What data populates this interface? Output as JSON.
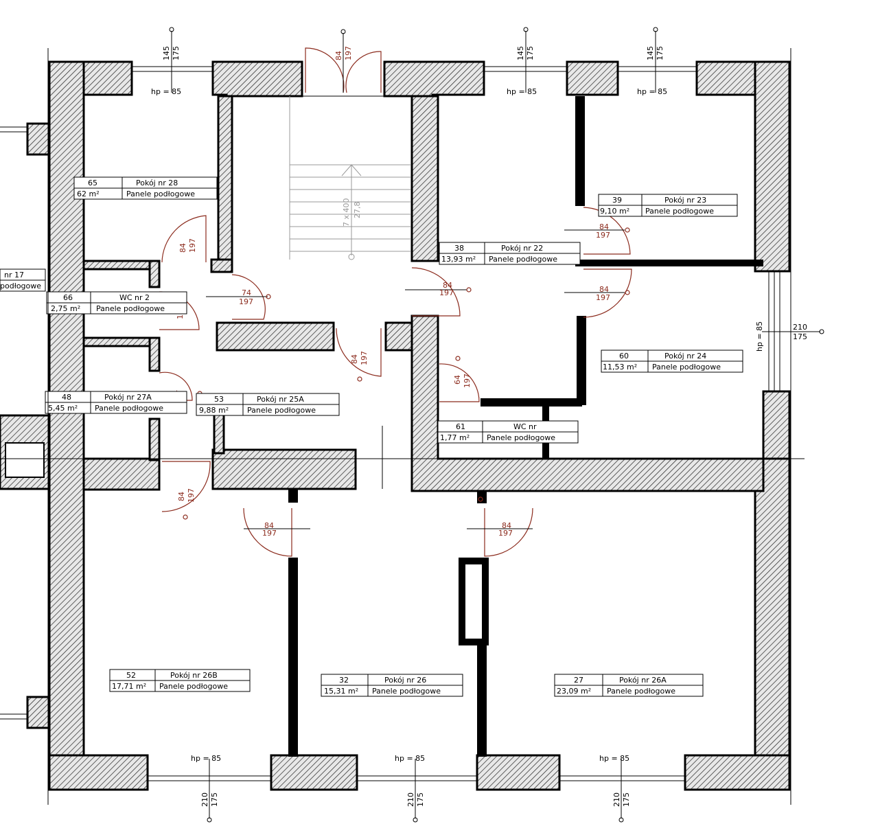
{
  "rooms": [
    {
      "id": "r28",
      "num": "65",
      "name": "Pokój nr 28",
      "area": "62 m²",
      "floor": "Panele podłogowe"
    },
    {
      "id": "r23",
      "num": "39",
      "name": "Pokój nr 23",
      "area": "9,10 m²",
      "floor": "Panele podłogowe"
    },
    {
      "id": "r22",
      "num": "38",
      "name": "Pokój nr 22",
      "area": "13,93 m²",
      "floor": "Panele podłogowe"
    },
    {
      "id": "r17",
      "num": "",
      "name": "nr 17",
      "area": "",
      "floor": "podłogowe"
    },
    {
      "id": "wc2",
      "num": "66",
      "name": "WC nr 2",
      "area": "2,75 m²",
      "floor": "Panele podłogowe"
    },
    {
      "id": "r24",
      "num": "60",
      "name": "Pokój nr 24",
      "area": "11,53 m²",
      "floor": "Panele podłogowe"
    },
    {
      "id": "r27a",
      "num": "48",
      "name": "Pokój nr 27A",
      "area": "5,45 m²",
      "floor": "Panele podłogowe"
    },
    {
      "id": "r25a",
      "num": "53",
      "name": "Pokój nr 25A",
      "area": "9,88 m²",
      "floor": "Panele podłogowe"
    },
    {
      "id": "wcr",
      "num": "61",
      "name": "WC nr",
      "area": "1,77 m²",
      "floor": "Panele podłogowe"
    },
    {
      "id": "r26b",
      "num": "52",
      "name": "Pokój nr 26B",
      "area": "17,71 m²",
      "floor": "Panele podłogowe"
    },
    {
      "id": "r26",
      "num": "32",
      "name": "Pokój nr 26",
      "area": "15,31 m²",
      "floor": "Panele podłogowe"
    },
    {
      "id": "r26a",
      "num": "27",
      "name": "Pokój nr 26A",
      "area": "23,09 m²",
      "floor": "Panele podłogowe"
    }
  ],
  "doors": {
    "d84": "84",
    "d197": "197",
    "d74": "74",
    "d64": "64"
  },
  "windows": {
    "hp": "hp = 85",
    "top145": "145",
    "top175": "175",
    "bot210": "210",
    "bot175": "175",
    "right210": "210",
    "right175": "175"
  },
  "stairs": {
    "dim": "7 x 400",
    "run": "27,8"
  }
}
